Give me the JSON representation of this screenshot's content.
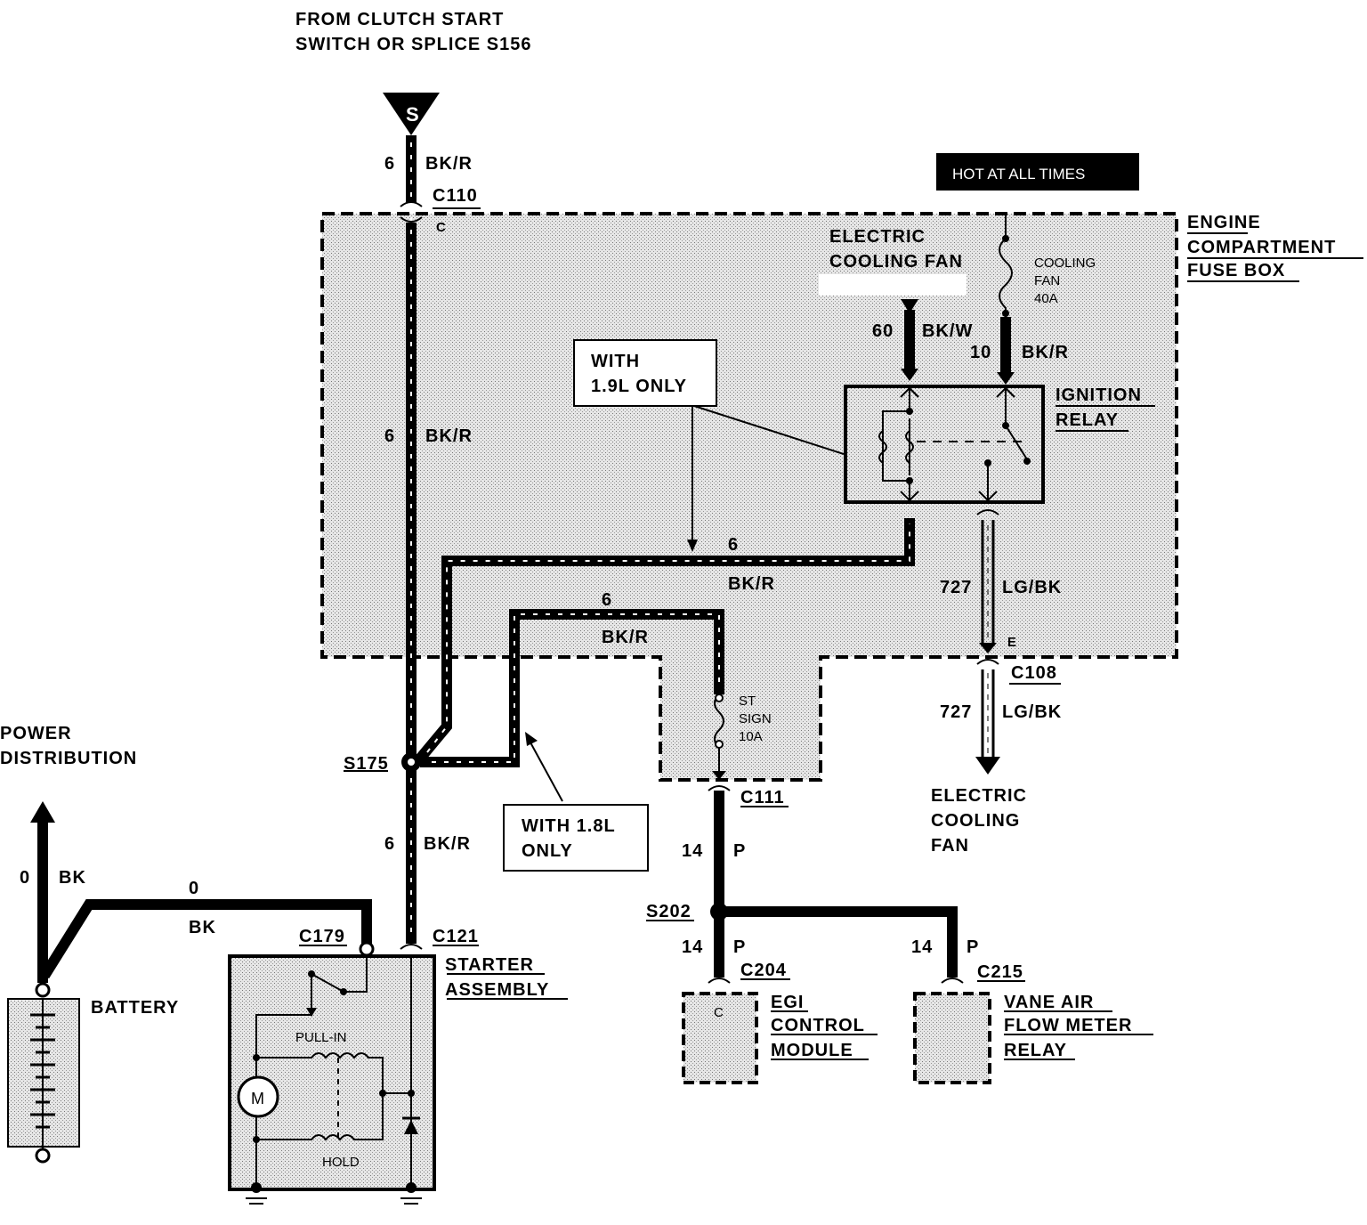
{
  "header": {
    "source_line1": "FROM CLUTCH START",
    "source_line2": "SWITCH OR SPLICE S156"
  },
  "connector_s": "S",
  "hot_label": "HOT AT ALL TIMES",
  "fuse_box": {
    "line1": "ENGINE",
    "line2": "COMPARTMENT",
    "line3": "FUSE BOX"
  },
  "wires": {
    "w6_top_num": "6",
    "w6_top_color": "BK/R",
    "w6_mid_num": "6",
    "w6_mid_color": "BK/R",
    "w6_horiz_num": "6",
    "w6_horiz_color": "BK/R",
    "w6_inner_num": "6",
    "w6_inner_color": "BK/R",
    "w6_low_num": "6",
    "w6_low_color": "BK/R",
    "w60_num": "60",
    "w60_color": "BK/W",
    "w10_num": "10",
    "w10_color": "BK/R",
    "w727a_num": "727",
    "w727a_color": "LG/BK",
    "w727b_num": "727",
    "w727b_color": "LG/BK",
    "w14a_num": "14",
    "w14a_color": "P",
    "w14b_num": "14",
    "w14b_color": "P",
    "w14c_num": "14",
    "w14c_color": "P",
    "w0a_num": "0",
    "w0a_color": "BK",
    "w0b_num": "0",
    "w0b_color": "BK"
  },
  "connectors": {
    "c110": "C110",
    "c108": "C108",
    "c111": "C111",
    "c121": "C121",
    "c179": "C179",
    "c204": "C204",
    "c215": "C215",
    "s175": "S175",
    "s202": "S202",
    "pin_c_top": "C",
    "pin_e": "E",
    "pin_c_egi": "C"
  },
  "components": {
    "fan_fuse_title1": "ELECTRIC",
    "fan_fuse_title2": "COOLING FAN",
    "cooling_fuse1": "COOLING",
    "cooling_fuse2": "FAN",
    "cooling_fuse3": "40A",
    "ignition_relay1": "IGNITION",
    "ignition_relay2": "RELAY",
    "st_fuse1": "ST",
    "st_fuse2": "SIGN",
    "st_fuse3": "10A",
    "fan_dest1": "ELECTRIC",
    "fan_dest2": "COOLING",
    "fan_dest3": "FAN",
    "power1": "POWER",
    "power2": "DISTRIBUTION",
    "battery": "BATTERY",
    "starter1": "STARTER",
    "starter2": "ASSEMBLY",
    "pull_in": "PULL-IN",
    "hold": "HOLD",
    "motor": "M",
    "egi1": "EGI",
    "egi2": "CONTROL",
    "egi3": "MODULE",
    "vane1": "VANE AIR",
    "vane2": "FLOW METER",
    "vane3": "RELAY"
  },
  "notes": {
    "with19_1": "WITH",
    "with19_2": "1.9L ONLY",
    "with18_1": "WITH 1.8L",
    "with18_2": "ONLY"
  }
}
